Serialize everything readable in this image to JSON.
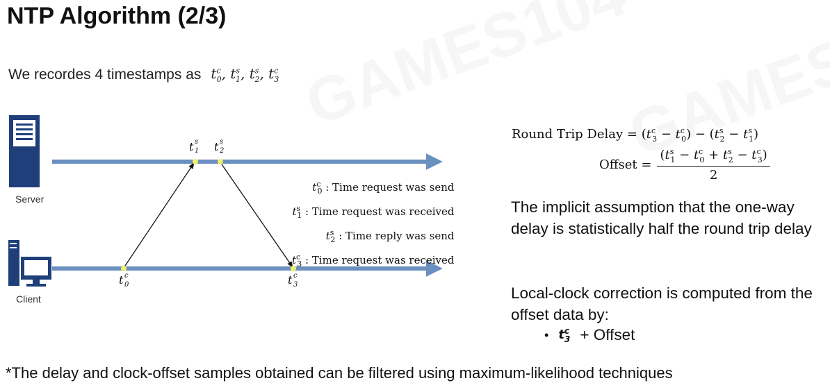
{
  "title": "NTP Algorithm (2/3)",
  "intro_text": "We recordes 4 timestamps as",
  "diagram": {
    "server_label": "Server",
    "client_label": "Client",
    "legend": [
      {
        "sym": "t",
        "sup": "c",
        "sub": "0",
        "text": ": Time request was send"
      },
      {
        "sym": "t",
        "sup": "s",
        "sub": "1",
        "text": ": Time request was received"
      },
      {
        "sym": "t",
        "sup": "s",
        "sub": "2",
        "text": ": Time reply was send"
      },
      {
        "sym": "t",
        "sup": "c",
        "sub": "3",
        "text": ": Time request was received"
      }
    ],
    "colors": {
      "arrow": "#6b8fbf",
      "point": "#f2ef6a",
      "icon": "#1f3f7a"
    }
  },
  "equations": {
    "rtd_label": "Round Trip Delay",
    "offset_label": "Offset",
    "denominator": "2"
  },
  "paragraph1": "The implicit assumption that the one-way delay is statistically half the round trip delay",
  "paragraph2": "Local-clock correction is computed from the offset data by:",
  "bullet_suffix": "+ Offset",
  "footnote": "*The delay and clock-offset samples obtained can be filtered using maximum-likelihood techniques"
}
